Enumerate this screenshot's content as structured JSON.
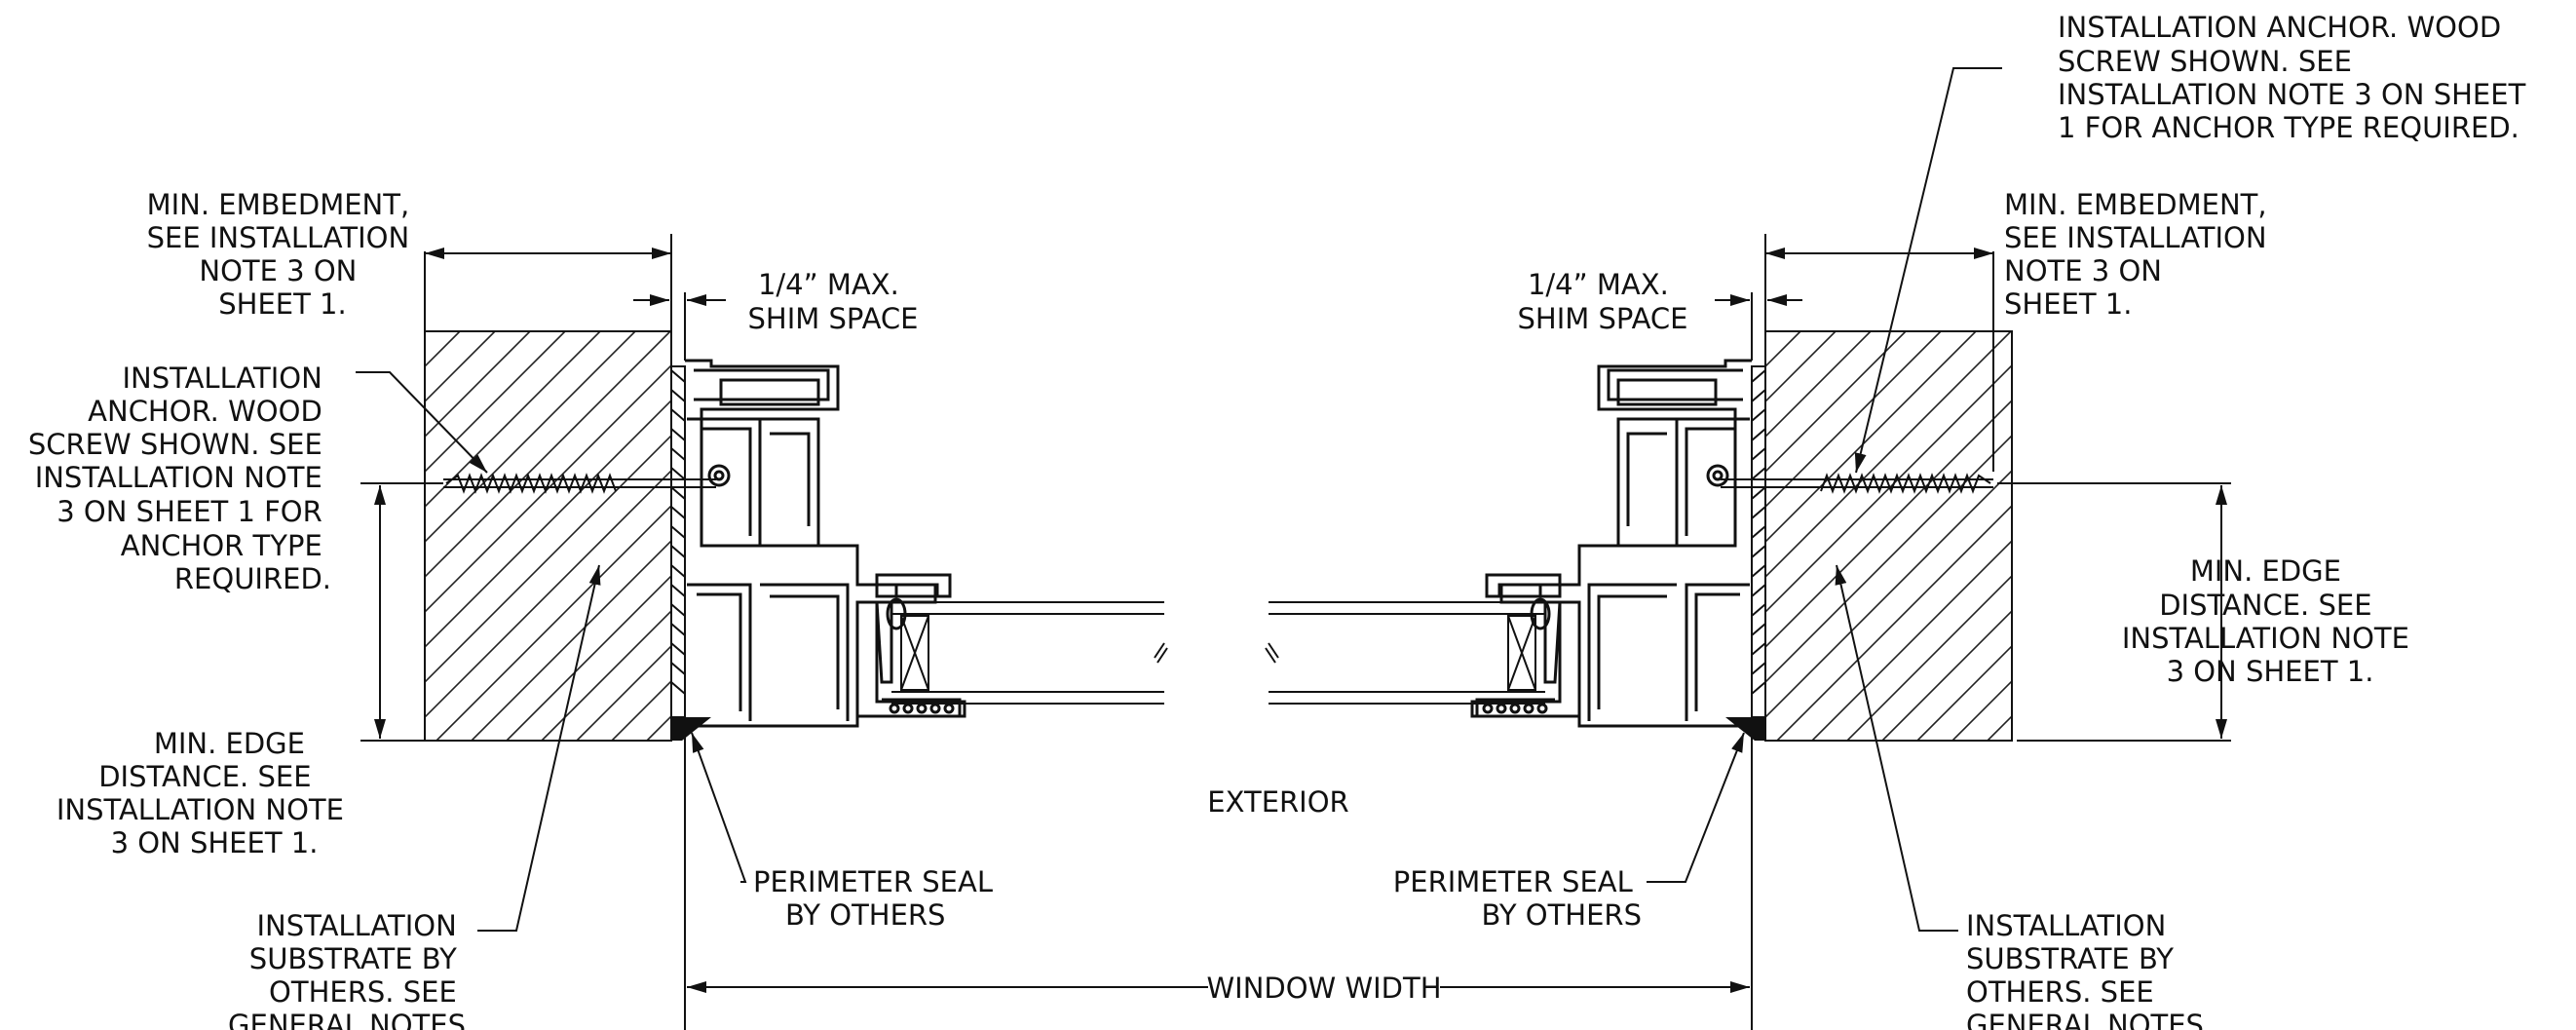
{
  "labels": {
    "top_right_anchor": [
      "INSTALLATION ANCHOR. WOOD",
      "SCREW SHOWN. SEE",
      "INSTALLATION NOTE 3 ON SHEET",
      "1 FOR ANCHOR TYPE REQUIRED."
    ],
    "left_embedment": [
      "MIN. EMBEDMENT,",
      "SEE INSTALLATION",
      "NOTE 3 ON",
      "SHEET 1."
    ],
    "left_shim": [
      "1/4” MAX.",
      "SHIM SPACE"
    ],
    "left_anchor": [
      "INSTALLATION",
      "ANCHOR. WOOD",
      "SCREW SHOWN. SEE",
      "INSTALLATION NOTE",
      "3 ON SHEET 1 FOR",
      "ANCHOR TYPE",
      "REQUIRED."
    ],
    "left_edge": [
      "MIN. EDGE",
      "DISTANCE. SEE",
      "INSTALLATION NOTE",
      "3 ON SHEET 1."
    ],
    "left_substrate": [
      "INSTALLATION",
      "SUBSTRATE BY",
      "OTHERS. SEE",
      "GENERAL NOTES"
    ],
    "left_seal": [
      "PERIMETER SEAL",
      "BY OTHERS"
    ],
    "exterior": "EXTERIOR",
    "window_width": "WINDOW WIDTH",
    "right_shim": [
      "1/4” MAX.",
      "SHIM SPACE"
    ],
    "right_embedment": [
      "MIN. EMBEDMENT,",
      "SEE INSTALLATION",
      "NOTE 3 ON",
      "SHEET 1."
    ],
    "right_edge": [
      "MIN. EDGE",
      "DISTANCE. SEE",
      "INSTALLATION NOTE",
      "3 ON SHEET 1."
    ],
    "right_seal": [
      "PERIMETER SEAL",
      "BY OTHERS"
    ],
    "right_substrate": [
      "INSTALLATION",
      "SUBSTRATE BY",
      "OTHERS. SEE",
      "GENERAL NOTES"
    ]
  }
}
